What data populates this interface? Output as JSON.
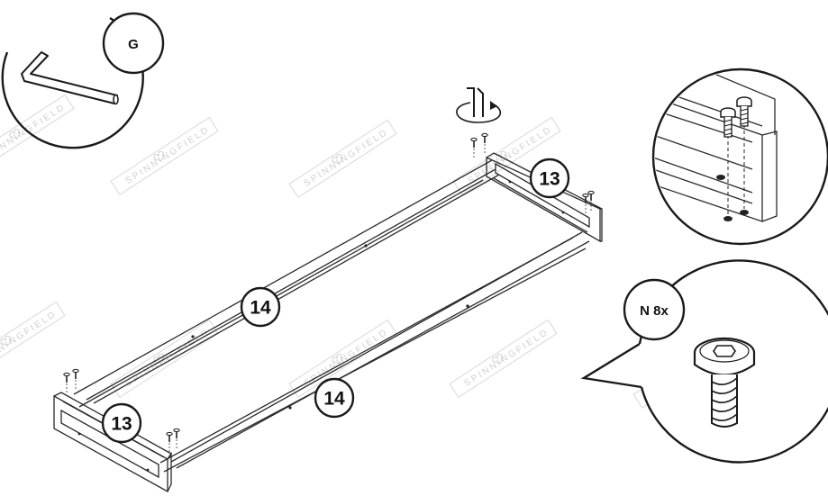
{
  "watermark": "SPINNINGFIELD",
  "parts": {
    "tool_label": "G",
    "side_rail_label": "14",
    "end_frame_label": "13",
    "screw_label": "N 8x"
  },
  "icons": [
    "allen-key-icon",
    "rotate-arrow-icon",
    "bee-logo-icon",
    "screw-icon"
  ]
}
